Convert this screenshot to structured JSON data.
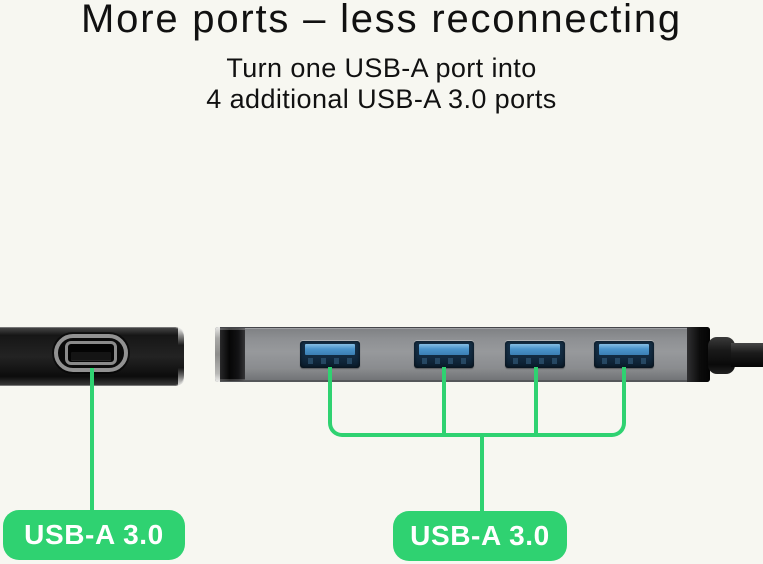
{
  "header": {
    "title": "More ports – less reconnecting",
    "subtitle_line1": "Turn one USB-A port into",
    "subtitle_line2": "4 additional USB-A 3.0 ports"
  },
  "labels": {
    "left_port": "USB-A 3.0",
    "hub_ports": "USB-A 3.0"
  },
  "colors": {
    "bg": "#f7f7f1",
    "ink": "#111111",
    "green": "#2fd271",
    "port_blue": "#4a94cb",
    "hub_gray": "#8e9093"
  }
}
